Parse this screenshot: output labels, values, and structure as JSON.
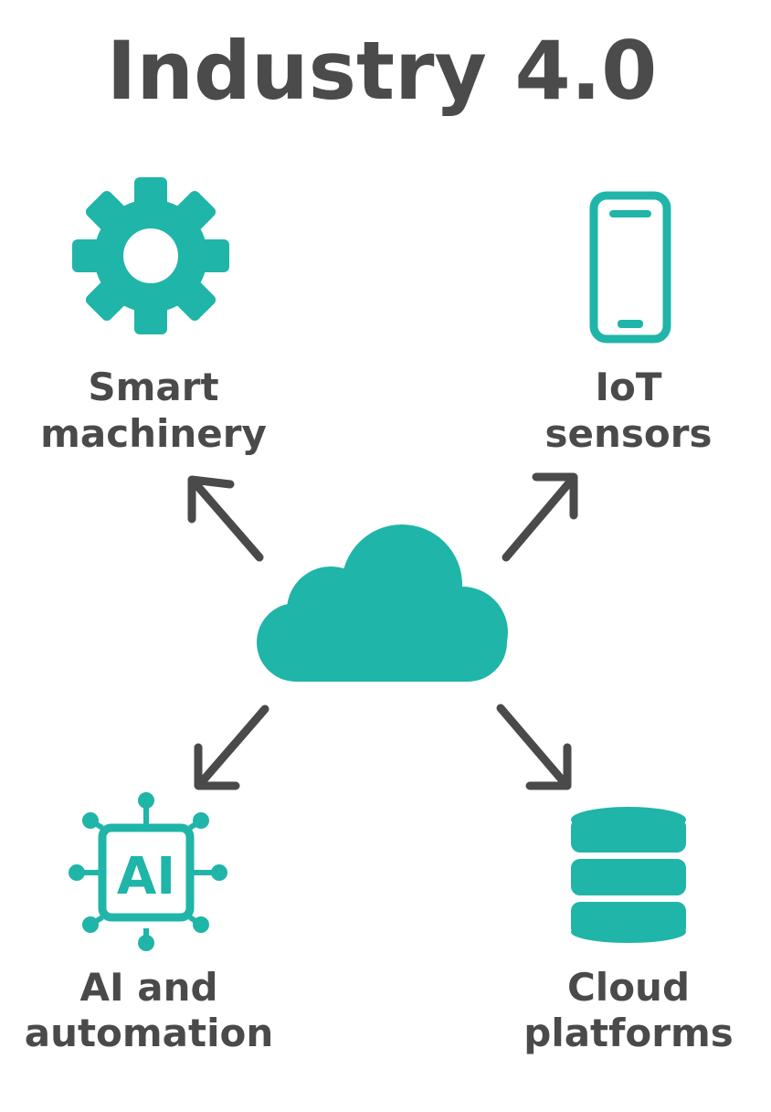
{
  "title": "Industry 4.0",
  "colors": {
    "accent": "#1fb5a8",
    "text": "#4a4a4a"
  },
  "nodes": {
    "smart_machinery": {
      "icon": "gear-icon",
      "line1": "Smart",
      "line2": "machinery"
    },
    "iot_sensors": {
      "icon": "smartphone-icon",
      "line1": "IoT",
      "line2": "sensors"
    },
    "ai_automation": {
      "icon": "ai-chip-icon",
      "chip_text": "AI",
      "line1": "AI and",
      "line2": "automation"
    },
    "cloud_platforms": {
      "icon": "database-icon",
      "line1": "Cloud",
      "line2": "platforms"
    }
  },
  "center": {
    "icon": "cloud-icon"
  }
}
